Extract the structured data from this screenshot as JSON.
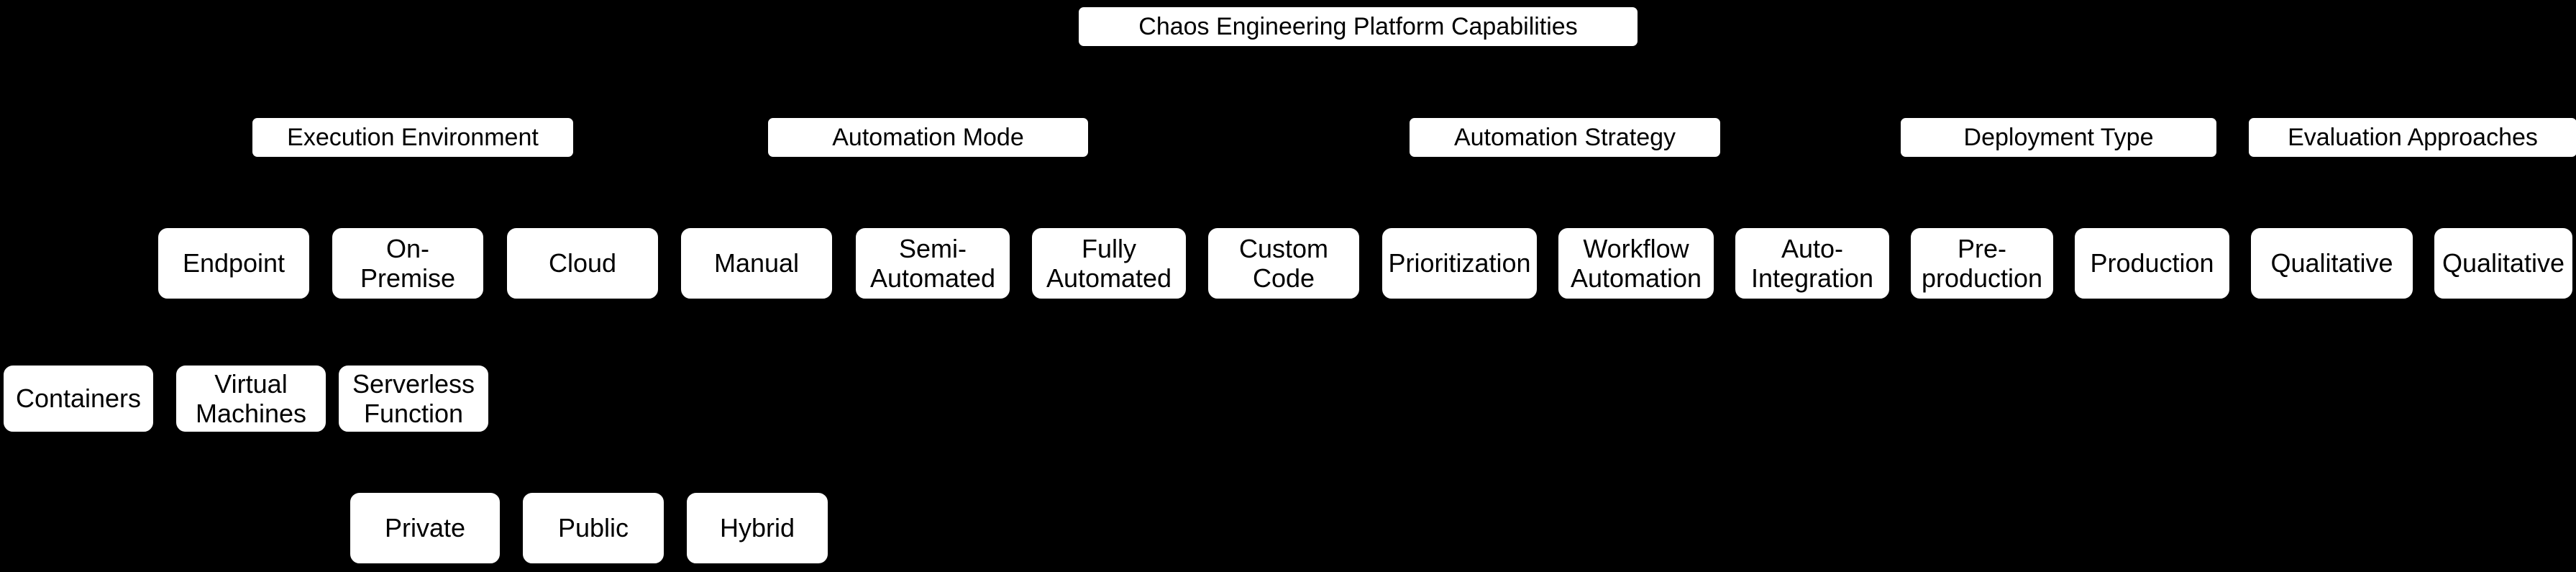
{
  "diagram": {
    "background_color": "#000000",
    "node_fill_color": "#ffffff",
    "node_border_color": "#000000",
    "node_text_color": "#000000",
    "title": "Chaos Engineering Platform Capabilities",
    "categories": [
      {
        "label": "Execution Environment"
      },
      {
        "label": "Automation Mode"
      },
      {
        "label": "Automation Strategy"
      },
      {
        "label": "Deployment Type"
      },
      {
        "label": "Evaluation Approaches"
      }
    ],
    "leaves_row1": [
      {
        "label": "Endpoint"
      },
      {
        "label": "On-\nPremise"
      },
      {
        "label": "Cloud"
      },
      {
        "label": "Manual"
      },
      {
        "label": "Semi-\nAutomated"
      },
      {
        "label": "Fully\nAutomated"
      },
      {
        "label": "Custom\nCode"
      },
      {
        "label": "Prioritization"
      },
      {
        "label": "Workflow\nAutomation"
      },
      {
        "label": "Auto-\nIntegration"
      },
      {
        "label": "Pre-\nproduction"
      },
      {
        "label": "Production"
      },
      {
        "label": "Qualitative"
      },
      {
        "label": "Qualitative"
      }
    ],
    "leaves_row2": [
      {
        "label": "Containers"
      },
      {
        "label": "Virtual\nMachines"
      },
      {
        "label": "Serverless\nFunction"
      }
    ],
    "leaves_row3": [
      {
        "label": "Private"
      },
      {
        "label": "Public"
      },
      {
        "label": "Hybrid"
      }
    ]
  }
}
